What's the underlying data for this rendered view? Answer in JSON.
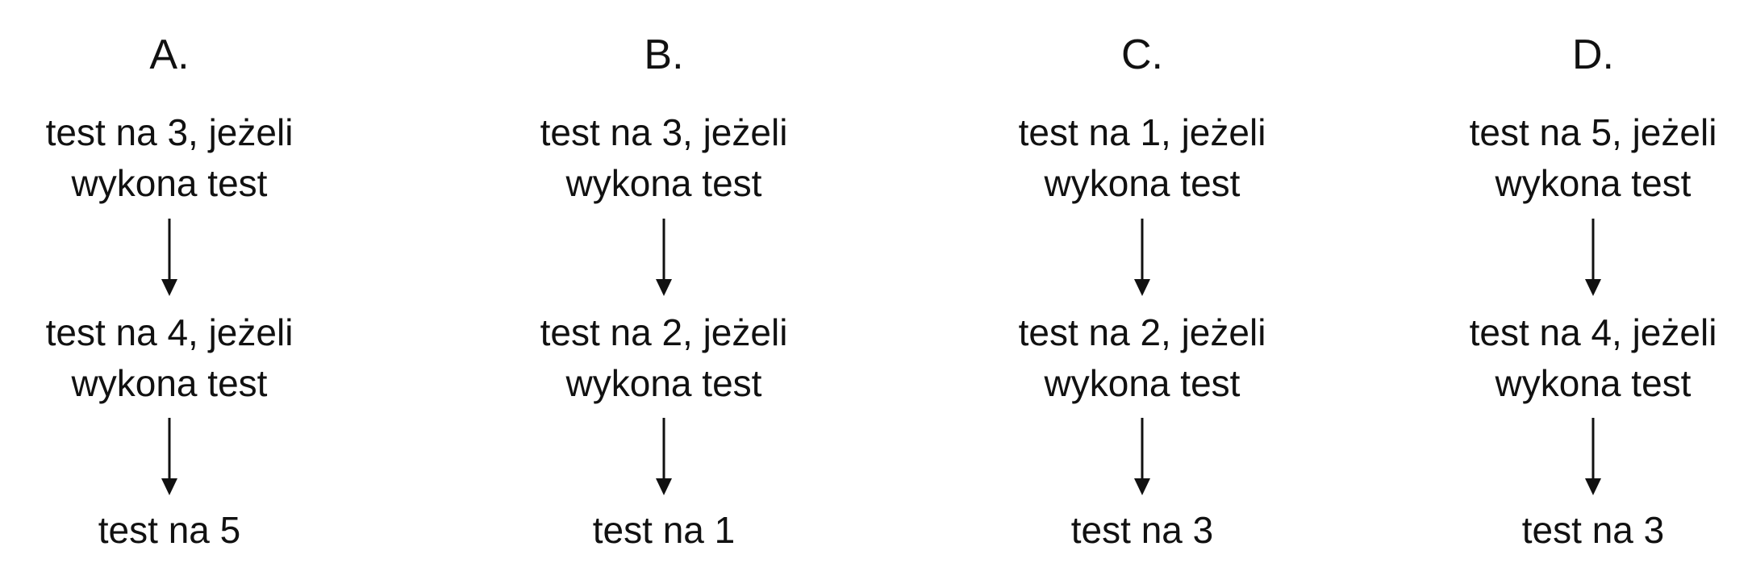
{
  "options": [
    {
      "label": "A.",
      "steps": [
        {
          "line1": "test na 3, jeżeli",
          "line2": "wykona test"
        },
        {
          "line1": "test na 4, jeżeli",
          "line2": "wykona test"
        },
        {
          "line1": "test na 5"
        }
      ]
    },
    {
      "label": "B.",
      "steps": [
        {
          "line1": "test na 3, jeżeli",
          "line2": "wykona test"
        },
        {
          "line1": "test na 2, jeżeli",
          "line2": "wykona test"
        },
        {
          "line1": "test na 1"
        }
      ]
    },
    {
      "label": "C.",
      "steps": [
        {
          "line1": "test na 1, jeżeli",
          "line2": "wykona test"
        },
        {
          "line1": "test na 2, jeżeli",
          "line2": "wykona test"
        },
        {
          "line1": "test na 3"
        }
      ]
    },
    {
      "label": "D.",
      "steps": [
        {
          "line1": "test na 5, jeżeli",
          "line2": "wykona test"
        },
        {
          "line1": "test na 4, jeżeli",
          "line2": "wykona test"
        },
        {
          "line1": "test na 3"
        }
      ]
    }
  ]
}
